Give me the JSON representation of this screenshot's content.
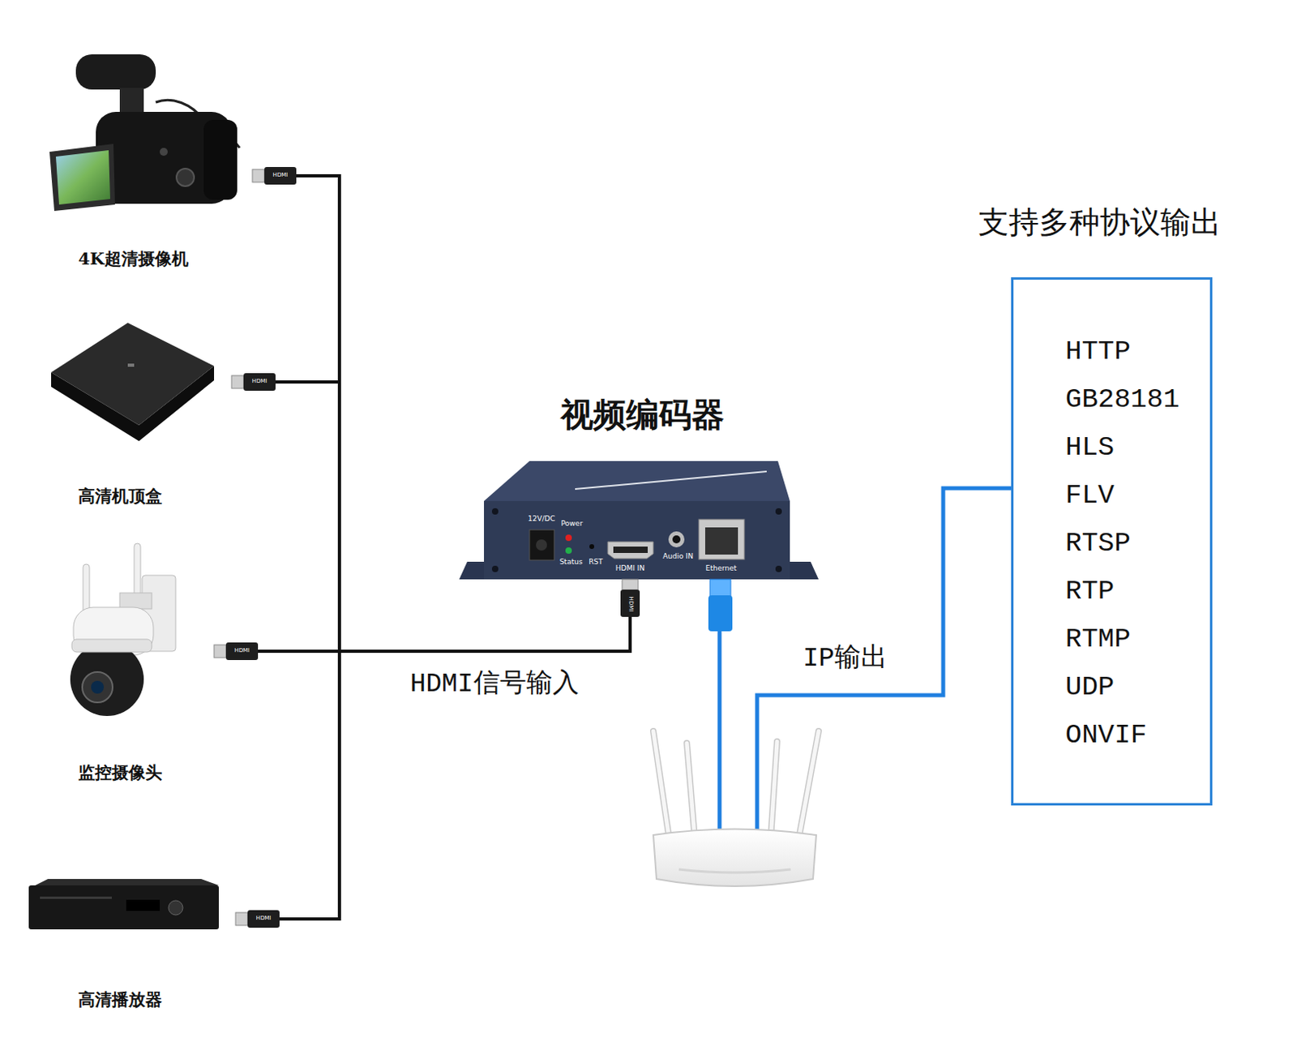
{
  "diagram": {
    "nodes": [
      {
        "text": [
          "4K超清摄像机"
        ]
      },
      {
        "text": [
          "高清机顶盒"
        ]
      },
      {
        "text": [
          "监控摄像头"
        ]
      },
      {
        "text": [
          "高清播放器"
        ]
      },
      {
        "text": [
          "视频编码器"
        ]
      },
      {
        "text": [
          "支持多种协议输出",
          "HTTP",
          "GB28181",
          "HLS",
          "FLV",
          "RTSP",
          "RTP",
          "RTMP",
          "UDP",
          "ONVIF"
        ]
      }
    ],
    "edges": [
      {
        "from": 0,
        "to": 4,
        "arrow": "none"
      },
      {
        "from": 1,
        "to": 4,
        "arrow": "none"
      },
      {
        "from": 2,
        "to": 4,
        "arrow": "none"
      },
      {
        "from": 3,
        "to": 4,
        "arrow": "none"
      },
      {
        "from": 4,
        "to": 5,
        "label": "IP输出",
        "arrow": "none"
      }
    ],
    "labels": [
      "HDMI",
      "HDMI",
      "HDMI",
      "HDMI",
      "12V/DC",
      "Power",
      "Status",
      "RST",
      "HDMI IN",
      "Audio IN",
      "Ethernet",
      "HDMI",
      "HDMI信号输入"
    ]
  }
}
